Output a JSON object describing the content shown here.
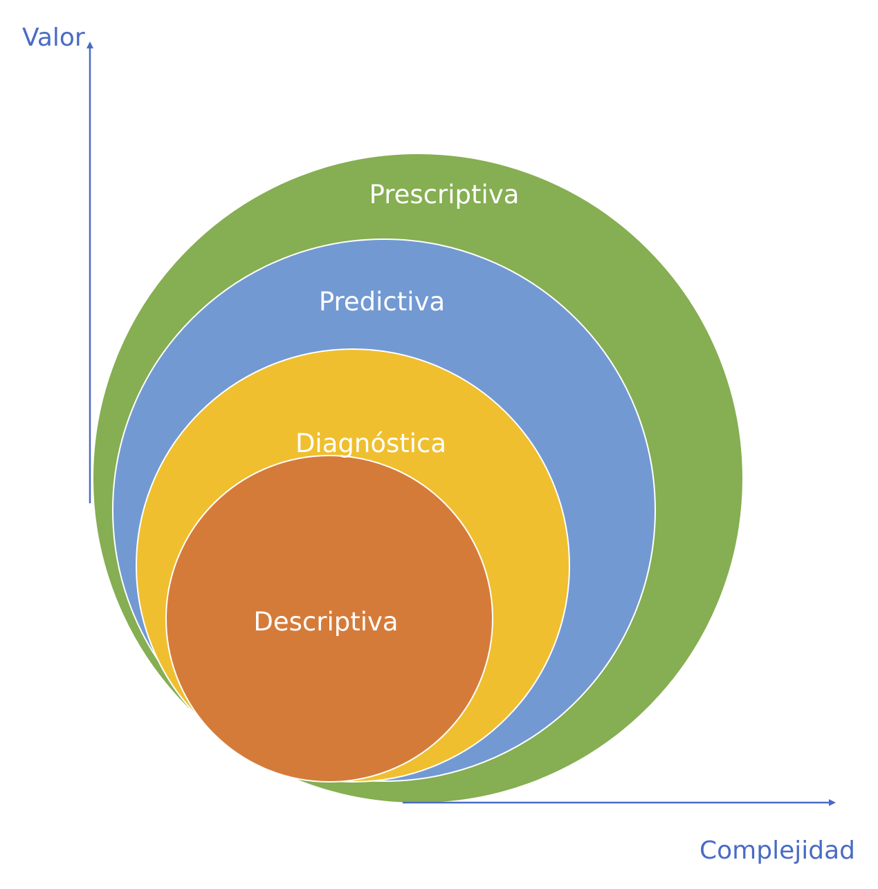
{
  "axes": {
    "y_label": "Valor",
    "x_label": "Complejidad",
    "color": "#4a6bc4"
  },
  "layers": [
    {
      "id": "prescriptiva",
      "label": "Prescriptiva",
      "color": "#86ae52"
    },
    {
      "id": "predictiva",
      "label": "Predictiva",
      "color": "#7299d2"
    },
    {
      "id": "diagnostica",
      "label": "Diagnóstica",
      "color": "#efbf30"
    },
    {
      "id": "descriptiva",
      "label": "Descriptiva",
      "color": "#d57b3a"
    }
  ]
}
